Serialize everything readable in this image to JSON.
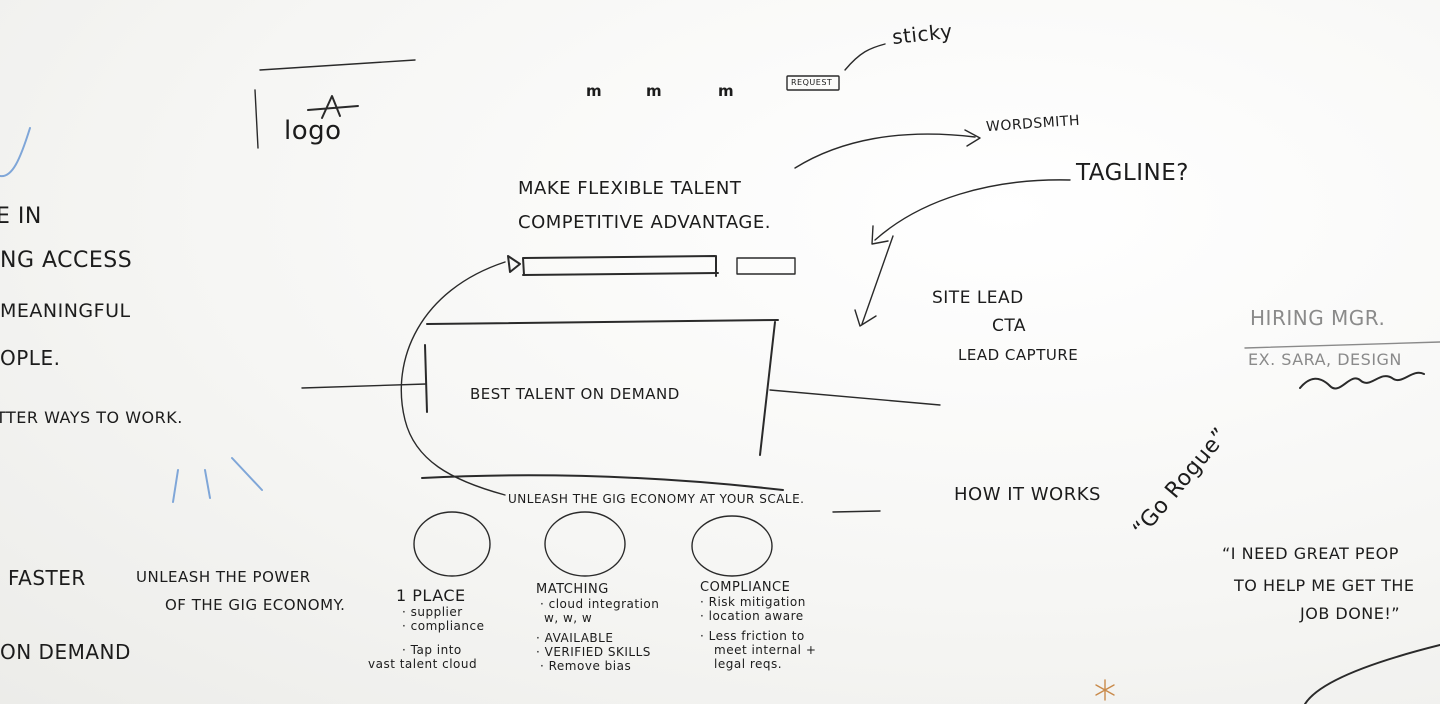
{
  "left_fragments": [
    "E IN",
    "NG ACCESS",
    "MEANINGFUL",
    "OPLE.",
    "TTER WAYS TO WORK.",
    "FASTER",
    "UNLEASH THE POWER",
    "OF THE GIG ECONOMY.",
    "ON DEMAND"
  ],
  "header": {
    "logo": "logo",
    "nav": [
      "m",
      "m",
      "m"
    ],
    "button": "REQUEST",
    "note": "sticky"
  },
  "hero": {
    "headline_1": "MAKE FLEXIBLE TALENT",
    "headline_2": "COMPETITIVE ADVANTAGE.",
    "wordsmith": "WORDSMITH",
    "tagline": "TAGLINE?",
    "banner": "BEST TALENT ON DEMAND",
    "sub": "UNLEASH THE GIG ECONOMY AT YOUR SCALE."
  },
  "site_lead": [
    "SITE LEAD",
    "CTA",
    "LEAD CAPTURE"
  ],
  "how_it_works": "HOW IT WORKS",
  "go_rogue": "“Go Rogue”",
  "columns": [
    {
      "title": "1 PLACE",
      "items": [
        "· supplier",
        "· compliance",
        "· Tap into",
        "vast talent cloud"
      ]
    },
    {
      "title": "MATCHING",
      "items": [
        "· cloud integration",
        "w, w, w",
        "· AVAILABLE",
        "· VERIFIED SKILLS",
        "· Remove bias"
      ]
    },
    {
      "title": "COMPLIANCE",
      "items": [
        "· Risk mitigation",
        "· location aware",
        "· Less friction to",
        "meet internal +",
        "legal reqs."
      ]
    }
  ],
  "persona": {
    "title": "HIRING MGR.",
    "example": "EX. SARA, DESIGN"
  },
  "quote": [
    "“I NEED GREAT PEOP",
    "TO HELP ME GET THE",
    "JOB DONE!”"
  ]
}
